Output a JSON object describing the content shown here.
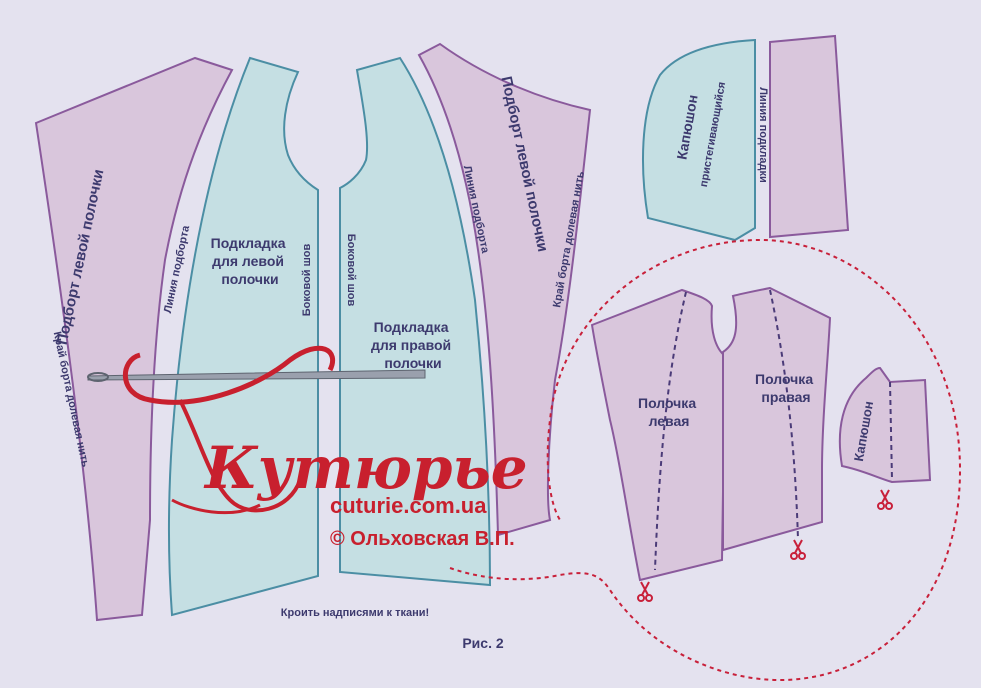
{
  "pieces": {
    "podbort_left_1": "Подборт левой полочки",
    "podbort_left_2": "Подборт левой полочки",
    "edge_grain_1": "Край борта долевая нить",
    "edge_grain_2": "Край борта долевая нить",
    "facing_line_1": "Линия подборта",
    "facing_line_2": "Линия подборта",
    "side_seam_1": "Боковой шов",
    "side_seam_2": "Боковой шов",
    "lining_left": "Подкладка для левой полочки",
    "lining_right": "Подкладка для правой полочки",
    "hood_title": "Капюшон",
    "hood_sub": "пристегивающийся",
    "lining_line": "Линия подкладки",
    "front_left": "Полочка левая",
    "front_right": "Полочка правая",
    "hood_small": "Капюшон"
  },
  "logo": {
    "script": "Кутюрье",
    "site": "cuturie.com.ua",
    "copyright": "© Ольховская В.П."
  },
  "notes": {
    "instruction": "Кроить надписями к ткани!",
    "figure": "Рис. 2"
  },
  "colors": {
    "background": "#e4e2ef",
    "pink_piece": "#d9c6dc",
    "blue_piece": "#c5dfe3",
    "accent_red": "#c8202e",
    "text": "#3d3a6e"
  }
}
